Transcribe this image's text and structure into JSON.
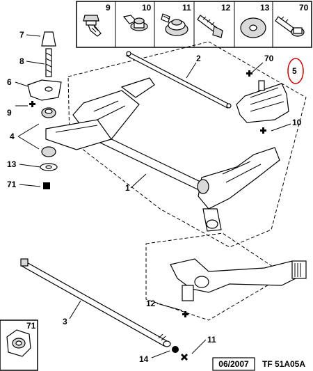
{
  "header_parts": [
    {
      "num": "9",
      "icon": "screw-icon"
    },
    {
      "num": "10",
      "icon": "flanged-bolt-icon"
    },
    {
      "num": "11",
      "icon": "shouldered-screw-icon"
    },
    {
      "num": "12",
      "icon": "hex-bolt-icon"
    },
    {
      "num": "13",
      "icon": "washer-icon"
    },
    {
      "num": "70",
      "icon": "flange-bolt-icon"
    }
  ],
  "callouts": {
    "c7": "7",
    "c8": "8",
    "c6": "6",
    "c9": "9",
    "c4": "4",
    "c13": "13",
    "c71": "71",
    "c2": "2",
    "c70": "70",
    "c5": "5",
    "c10": "10",
    "c1": "1",
    "c12": "12",
    "c3": "3",
    "c11": "11",
    "c14": "14",
    "c71box": "71"
  },
  "footer": {
    "date": "06/2007",
    "ref": "TF 51A05A"
  },
  "colors": {
    "line": "#000000",
    "highlight_circle": "#cc0000"
  }
}
